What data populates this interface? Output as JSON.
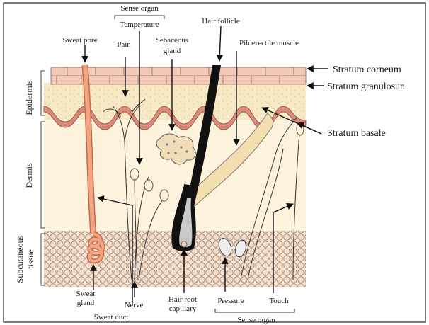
{
  "labels": {
    "sense_organ_top": "Sense organ",
    "temperature": "Temperature",
    "hair_follicle": "Hair follicle",
    "sweat_pore": "Sweat pore",
    "pain": "Pain",
    "sebaceous_1": "Sebaceous",
    "sebaceous_2": "gland",
    "piloerectile_muscle": "Piloerectile muscle",
    "stratum_corneum": "Stratum corneum",
    "stratum_granulosum": "Stratum granulosun",
    "stratum_basale": "Stratum basale",
    "epidermis": "Epidermis",
    "dermis": "Dermis",
    "subcutaneous_1": "Subcutaneous",
    "subcutaneous_2": "tissue",
    "sweat_gland_1": "Sweat",
    "sweat_gland_2": "gland",
    "nerve": "Nerve",
    "hair_root_1": "Hair root",
    "hair_root_2": "capillary",
    "pressure": "Pressure",
    "touch": "Touch",
    "sense_organ_bottom": "Sense organ",
    "sweat_duct": "Sweat duct"
  },
  "colors": {
    "corneum": "#f4c9b8",
    "basale": "#d98a78",
    "dermis": "#fdf3dc",
    "subcutaneous": "#f6e7d4",
    "sweat_duct": "#f2a582",
    "hair": "#111111",
    "gland": "#f0dcb8",
    "muscle": "#f3deb0"
  }
}
